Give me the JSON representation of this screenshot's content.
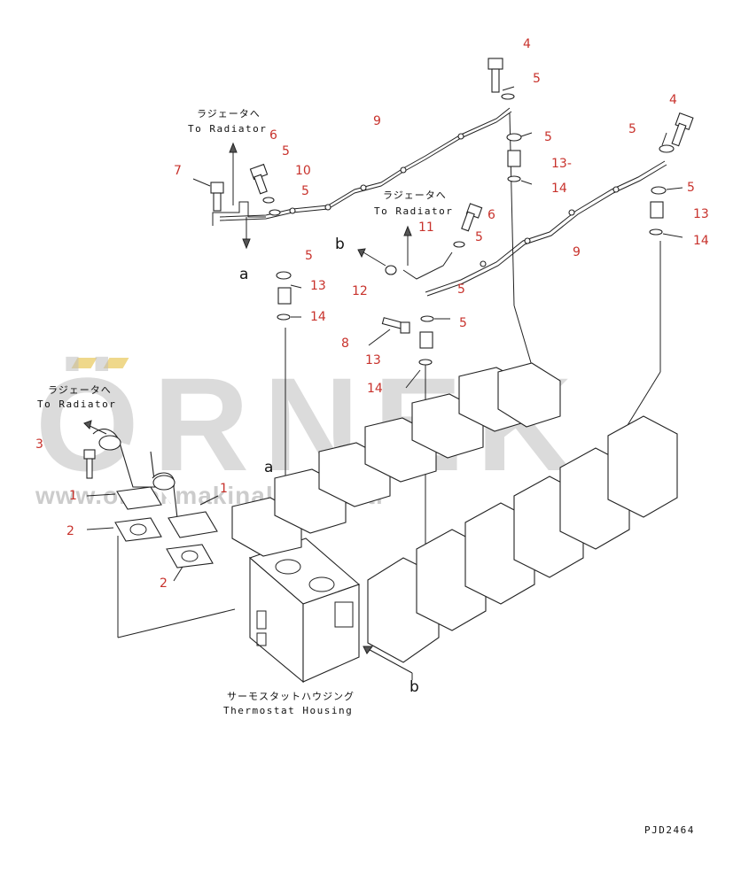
{
  "watermark": {
    "brand": "ÖRNEK",
    "site": "www.ornekmakinalar.com.tr"
  },
  "labels": {
    "to_radiator_jp": "ラジェータへ",
    "to_radiator_en": "To Radiator",
    "thermostat_jp": "サーモスタットハウジング",
    "thermostat_en": "Thermostat Housing",
    "drawing_code": "PJD2464"
  },
  "refs": {
    "a": "a",
    "b": "b"
  },
  "callouts": {
    "n1": "1",
    "n2": "2",
    "n3": "3",
    "n4": "4",
    "n5": "5",
    "n6": "6",
    "n7": "7",
    "n8": "8",
    "n9": "9",
    "n10": "10",
    "n11": "11",
    "n12": "12",
    "n13": "13",
    "n13b": "13-",
    "n14": "14"
  }
}
